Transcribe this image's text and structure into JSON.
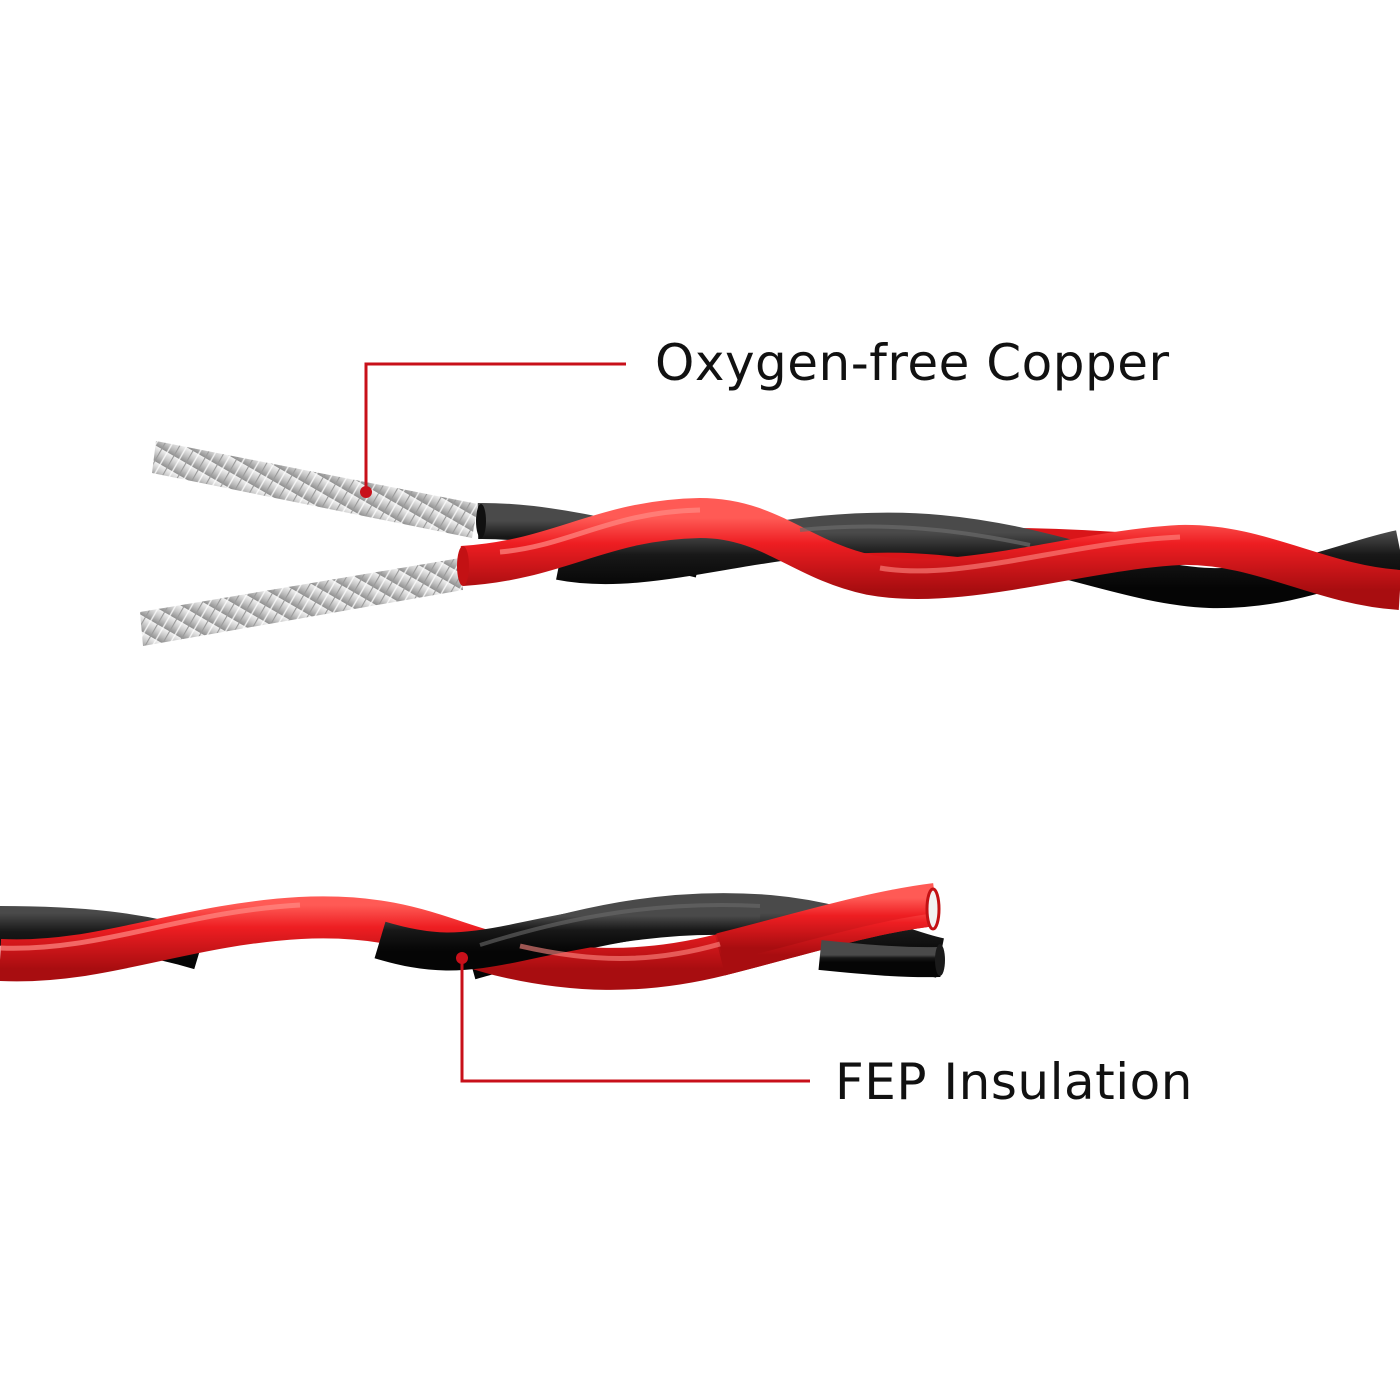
{
  "callouts": {
    "copper": {
      "text": "Oxygen-free Copper"
    },
    "insulation": {
      "text": "FEP Insulation"
    }
  },
  "colors": {
    "background": "#ffffff",
    "wire_red": "#e8181c",
    "wire_black": "#141414",
    "conductor": "#c9c9c9",
    "callout_line": "#c8101a"
  },
  "icons": {
    "upper_cable": "twisted-pair-stripped-cable",
    "lower_cable": "twisted-pair-cable"
  }
}
